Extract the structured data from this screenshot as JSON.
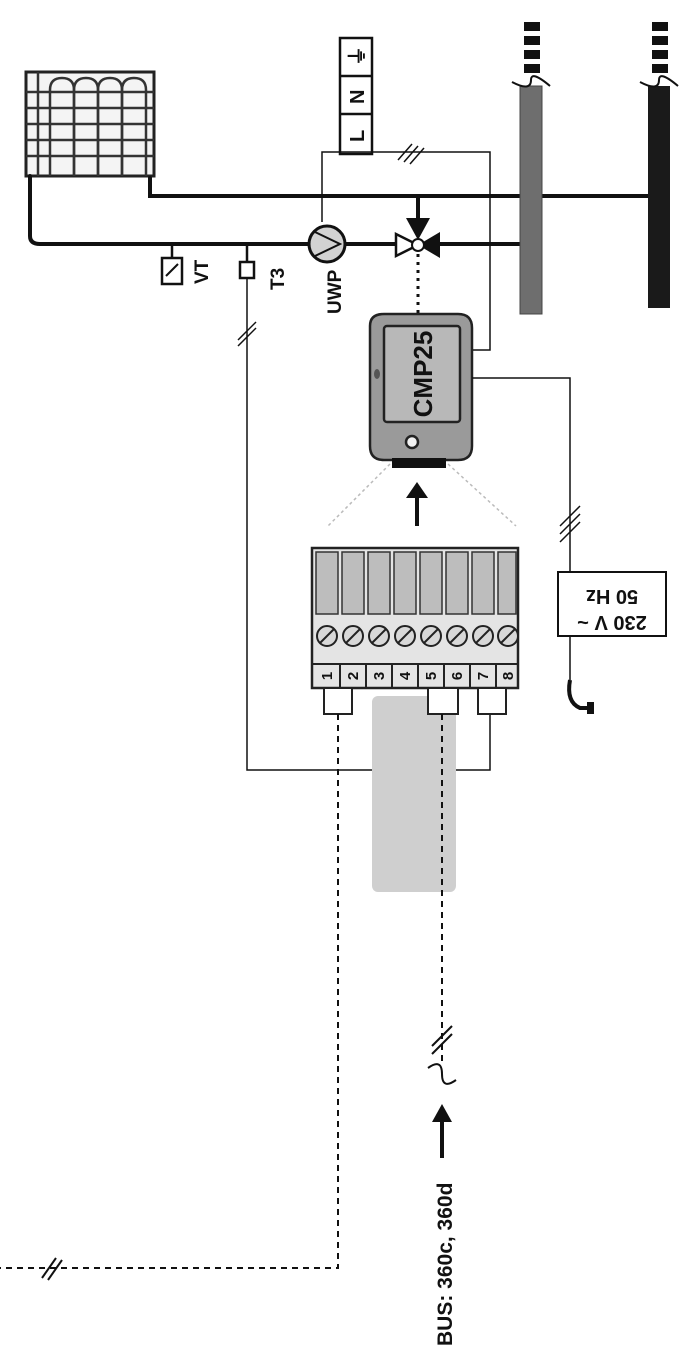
{
  "labels": {
    "controller": "CMP25",
    "sensor_vt": "VT",
    "sensor_t3": "T3",
    "pump": "UWP",
    "supply_l": "L",
    "supply_n": "N",
    "supply_earth": "⏚",
    "mains_line1": "230 V ~",
    "mains_line2": "50 Hz",
    "bus": "BUS: 360c, 360d"
  },
  "terminals": [
    "1",
    "2",
    "3",
    "4",
    "5",
    "6",
    "7",
    "8"
  ],
  "colors": {
    "line": "#111111",
    "pipe_return": "#6e6e6e",
    "pipe_flow": "#1a1a1a",
    "controller_body": "#9a9a9a",
    "controller_screen": "#b8b8b8",
    "cable_gray": "#cfcfcf",
    "terminal_fill": "#c8c8c8"
  }
}
